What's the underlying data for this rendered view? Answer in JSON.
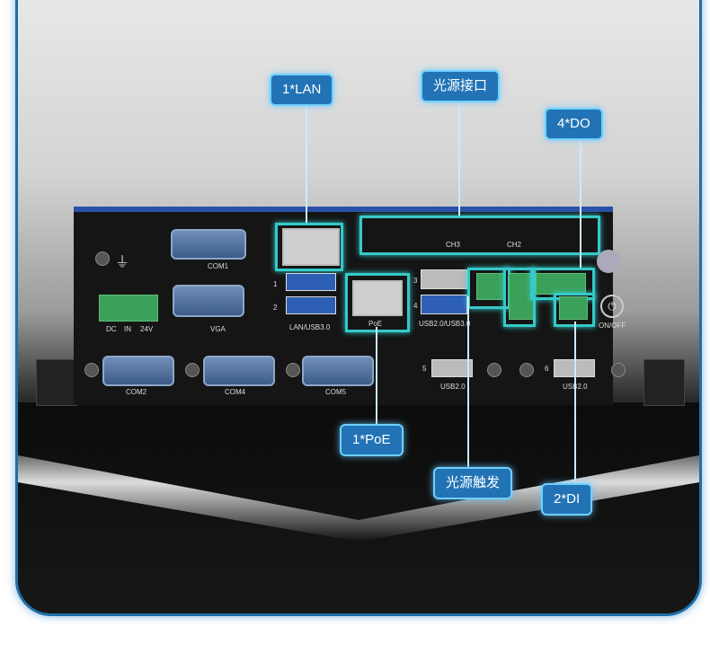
{
  "callouts": {
    "lan": "1*LAN",
    "light_port": "光源接口",
    "do": "4*DO",
    "poe": "1*PoE",
    "light_trigger": "光源触发",
    "di": "2*DI"
  },
  "port_labels": {
    "com1": "COM1",
    "vga": "VGA",
    "dc": "DC",
    "in": "IN",
    "v24": "24V",
    "lan_usb": "LAN/USB3.0",
    "poe": "PoE",
    "usb20_30": "USB2.0/USB3.0",
    "com2": "COM2",
    "com4": "COM4",
    "com5": "COM5",
    "usb20_a": "USB2.0",
    "usb20_b": "USB2.0",
    "onoff": "ON/OFF",
    "ch3": "CH3",
    "ch2": "CH2",
    "num1": "1",
    "num2": "2",
    "num3": "3",
    "num4": "4",
    "num5": "5",
    "num6": "6"
  }
}
